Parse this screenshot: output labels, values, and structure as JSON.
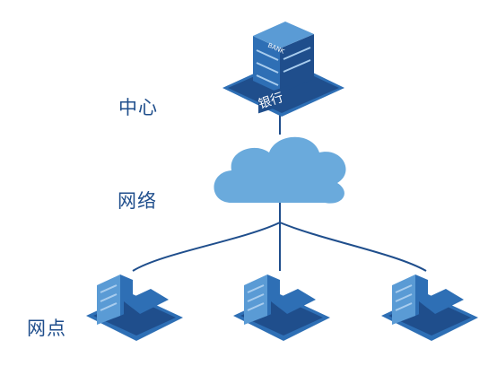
{
  "labels": {
    "center": "中心",
    "network": "网络",
    "branch": "网点"
  },
  "hq": {
    "sign_text": "BANK",
    "plaque_text": "银行"
  },
  "colors": {
    "dark_blue": "#1f4e8c",
    "mid_blue": "#2e6fb5",
    "light_blue": "#5a9bd5",
    "cloud": "#6aaadc",
    "line": "#1f4e8c"
  },
  "nodes": {
    "branch_count": 3
  }
}
